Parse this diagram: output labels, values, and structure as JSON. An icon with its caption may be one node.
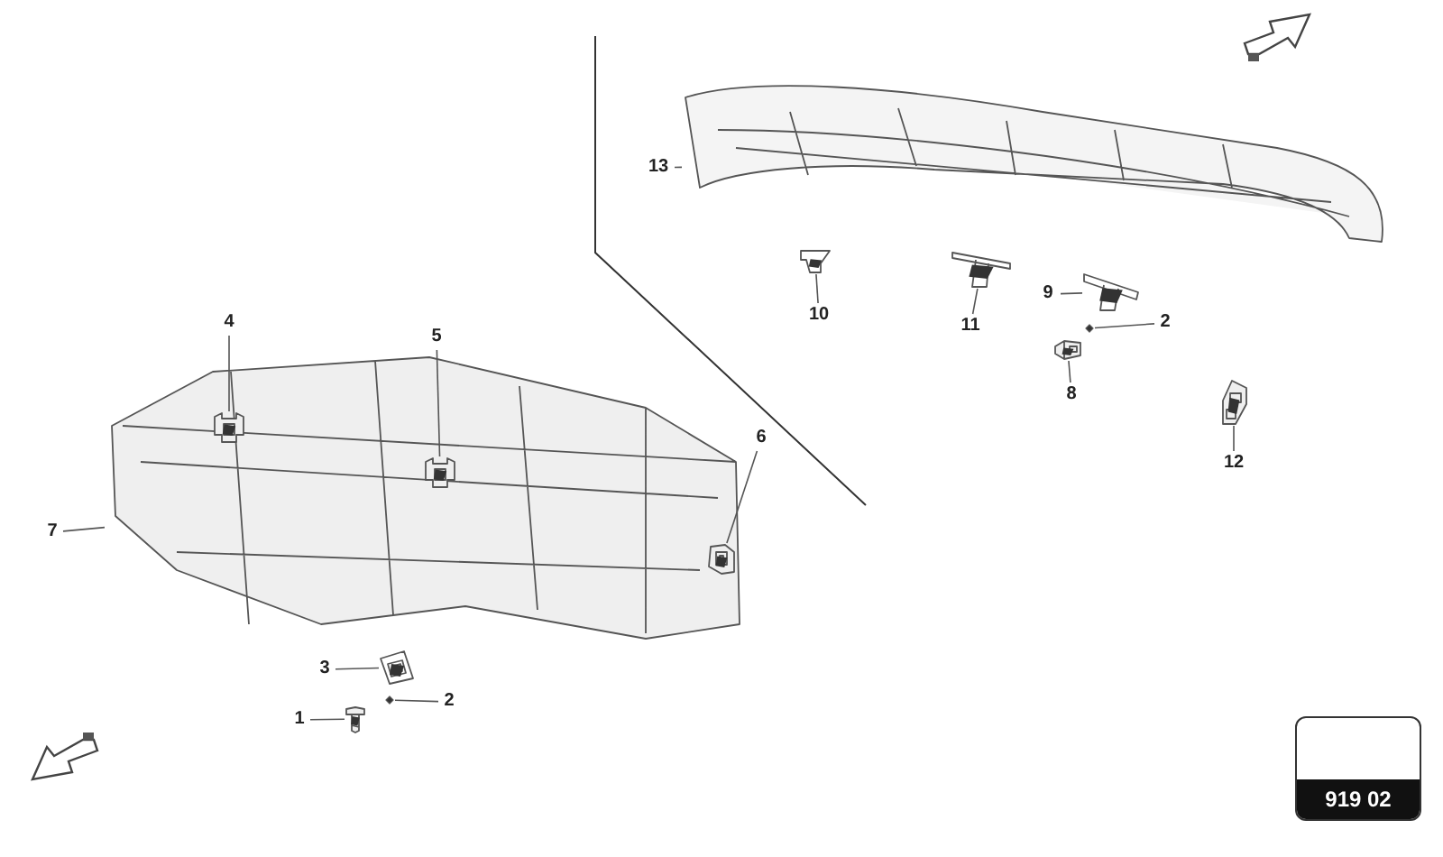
{
  "diagram": {
    "nodes": [
      {
        "text": [
          "13"
        ]
      },
      {
        "text": [
          "9"
        ]
      },
      {
        "text": [
          "4"
        ]
      },
      {
        "text": [
          "10"
        ]
      },
      {
        "text": [
          "11"
        ]
      },
      {
        "text": [
          "2"
        ]
      },
      {
        "text": [
          "5"
        ]
      },
      {
        "text": [
          "8"
        ]
      },
      {
        "text": [
          "6"
        ]
      },
      {
        "text": [
          "12"
        ]
      },
      {
        "text": [
          "7"
        ]
      },
      {
        "text": [
          "3"
        ]
      },
      {
        "text": [
          "2"
        ]
      },
      {
        "text": [
          "1"
        ]
      },
      {
        "text": [],
        "shape": "picture"
      },
      {
        "text": [],
        "shape": "picture"
      },
      {
        "text": [],
        "shape": "picture"
      },
      {
        "text": [],
        "shape": "picture",
        "in": 15
      },
      {
        "text": [],
        "shape": "picture"
      },
      {
        "text": [],
        "shape": "picture"
      },
      {
        "text": [],
        "shape": "picture"
      },
      {
        "text": [],
        "shape": "picture",
        "in": 15
      },
      {
        "text": [],
        "shape": "picture"
      },
      {
        "text": [],
        "shape": "picture",
        "in": 15
      },
      {
        "text": [],
        "shape": "picture"
      },
      {
        "text": [],
        "shape": "picture"
      },
      {
        "text": [],
        "shape": "picture"
      },
      {
        "text": [],
        "shape": "picture"
      }
    ],
    "edges": [
      {
        "from": 0,
        "to": 14,
        "arrow": "none"
      },
      {
        "from": 1,
        "to": 16,
        "arrow": "none"
      },
      {
        "from": 2,
        "to": 17,
        "arrow": "none"
      },
      {
        "from": 3,
        "to": 18,
        "arrow": "none"
      },
      {
        "from": 4,
        "to": 19,
        "arrow": "none"
      },
      {
        "from": 5,
        "to": 20,
        "arrow": "none"
      },
      {
        "from": 6,
        "to": 21,
        "arrow": "none"
      },
      {
        "from": 7,
        "to": 22,
        "arrow": "none"
      },
      {
        "from": 8,
        "to": 23,
        "arrow": "none"
      },
      {
        "from": 9,
        "to": 24,
        "arrow": "none"
      },
      {
        "from": 10,
        "to": 15,
        "arrow": "none"
      },
      {
        "from": 11,
        "to": 25,
        "arrow": "none"
      },
      {
        "from": 12,
        "to": 26,
        "arrow": "none"
      },
      {
        "from": 13,
        "to": 27,
        "arrow": "none"
      }
    ],
    "labels": [
      "919 02"
    ]
  }
}
